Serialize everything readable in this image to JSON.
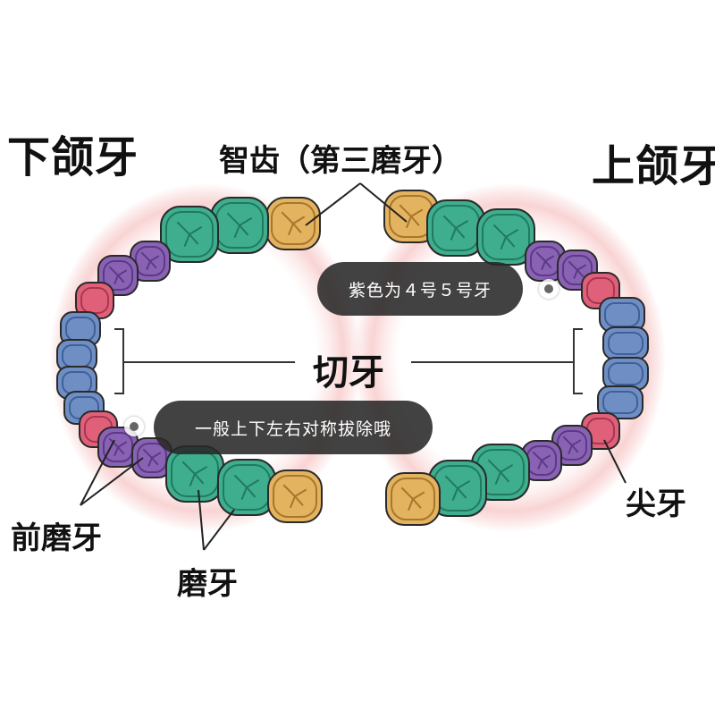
{
  "labels": {
    "lower_jaw": "下颌牙",
    "upper_jaw": "上颌牙",
    "wisdom": "智齿（第三磨牙）",
    "incisor": "切牙",
    "premolar": "前磨牙",
    "molar": "磨牙",
    "canine": "尖牙"
  },
  "tags": {
    "purple_note": "紫色为４号５号牙",
    "extract_note": "一般上下左右对称拔除哦"
  },
  "colors": {
    "incisor": "#6f8fc4",
    "canine": "#e0607a",
    "premolar": "#8a62b4",
    "molar": "#3fae8e",
    "wisdom": "#e4b35f",
    "gum": "#f6c9c9"
  }
}
